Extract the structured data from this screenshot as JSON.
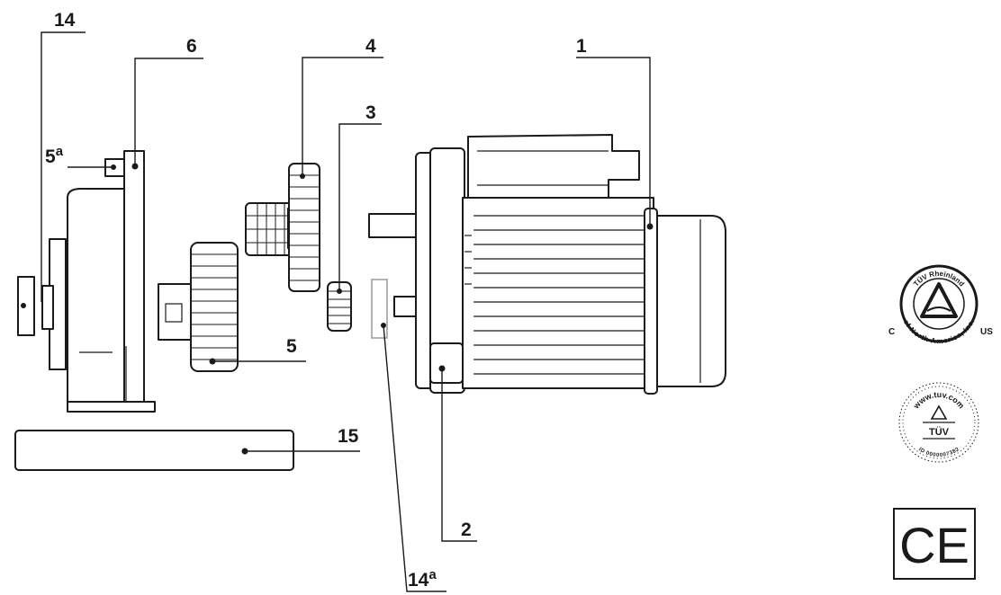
{
  "callouts": {
    "c1": "1",
    "c2": "2",
    "c3": "3",
    "c4": "4",
    "c5": "5",
    "c5a": "5",
    "c5a_sup": "a",
    "c6": "6",
    "c14": "14",
    "c14a": "14",
    "c14a_sup": "a",
    "c15": "15"
  },
  "certifications": {
    "tuv_rheinland": {
      "top_text": "TÜV Rheinland",
      "bottom_text": "of North America, Inc.",
      "left_mark": "C",
      "right_mark": "US"
    },
    "tuv_id": {
      "top_text": "www.tuv.com",
      "center_text": "TÜV",
      "bottom_text": "ID 0000007382"
    },
    "ce": {
      "mark": "CE"
    }
  }
}
